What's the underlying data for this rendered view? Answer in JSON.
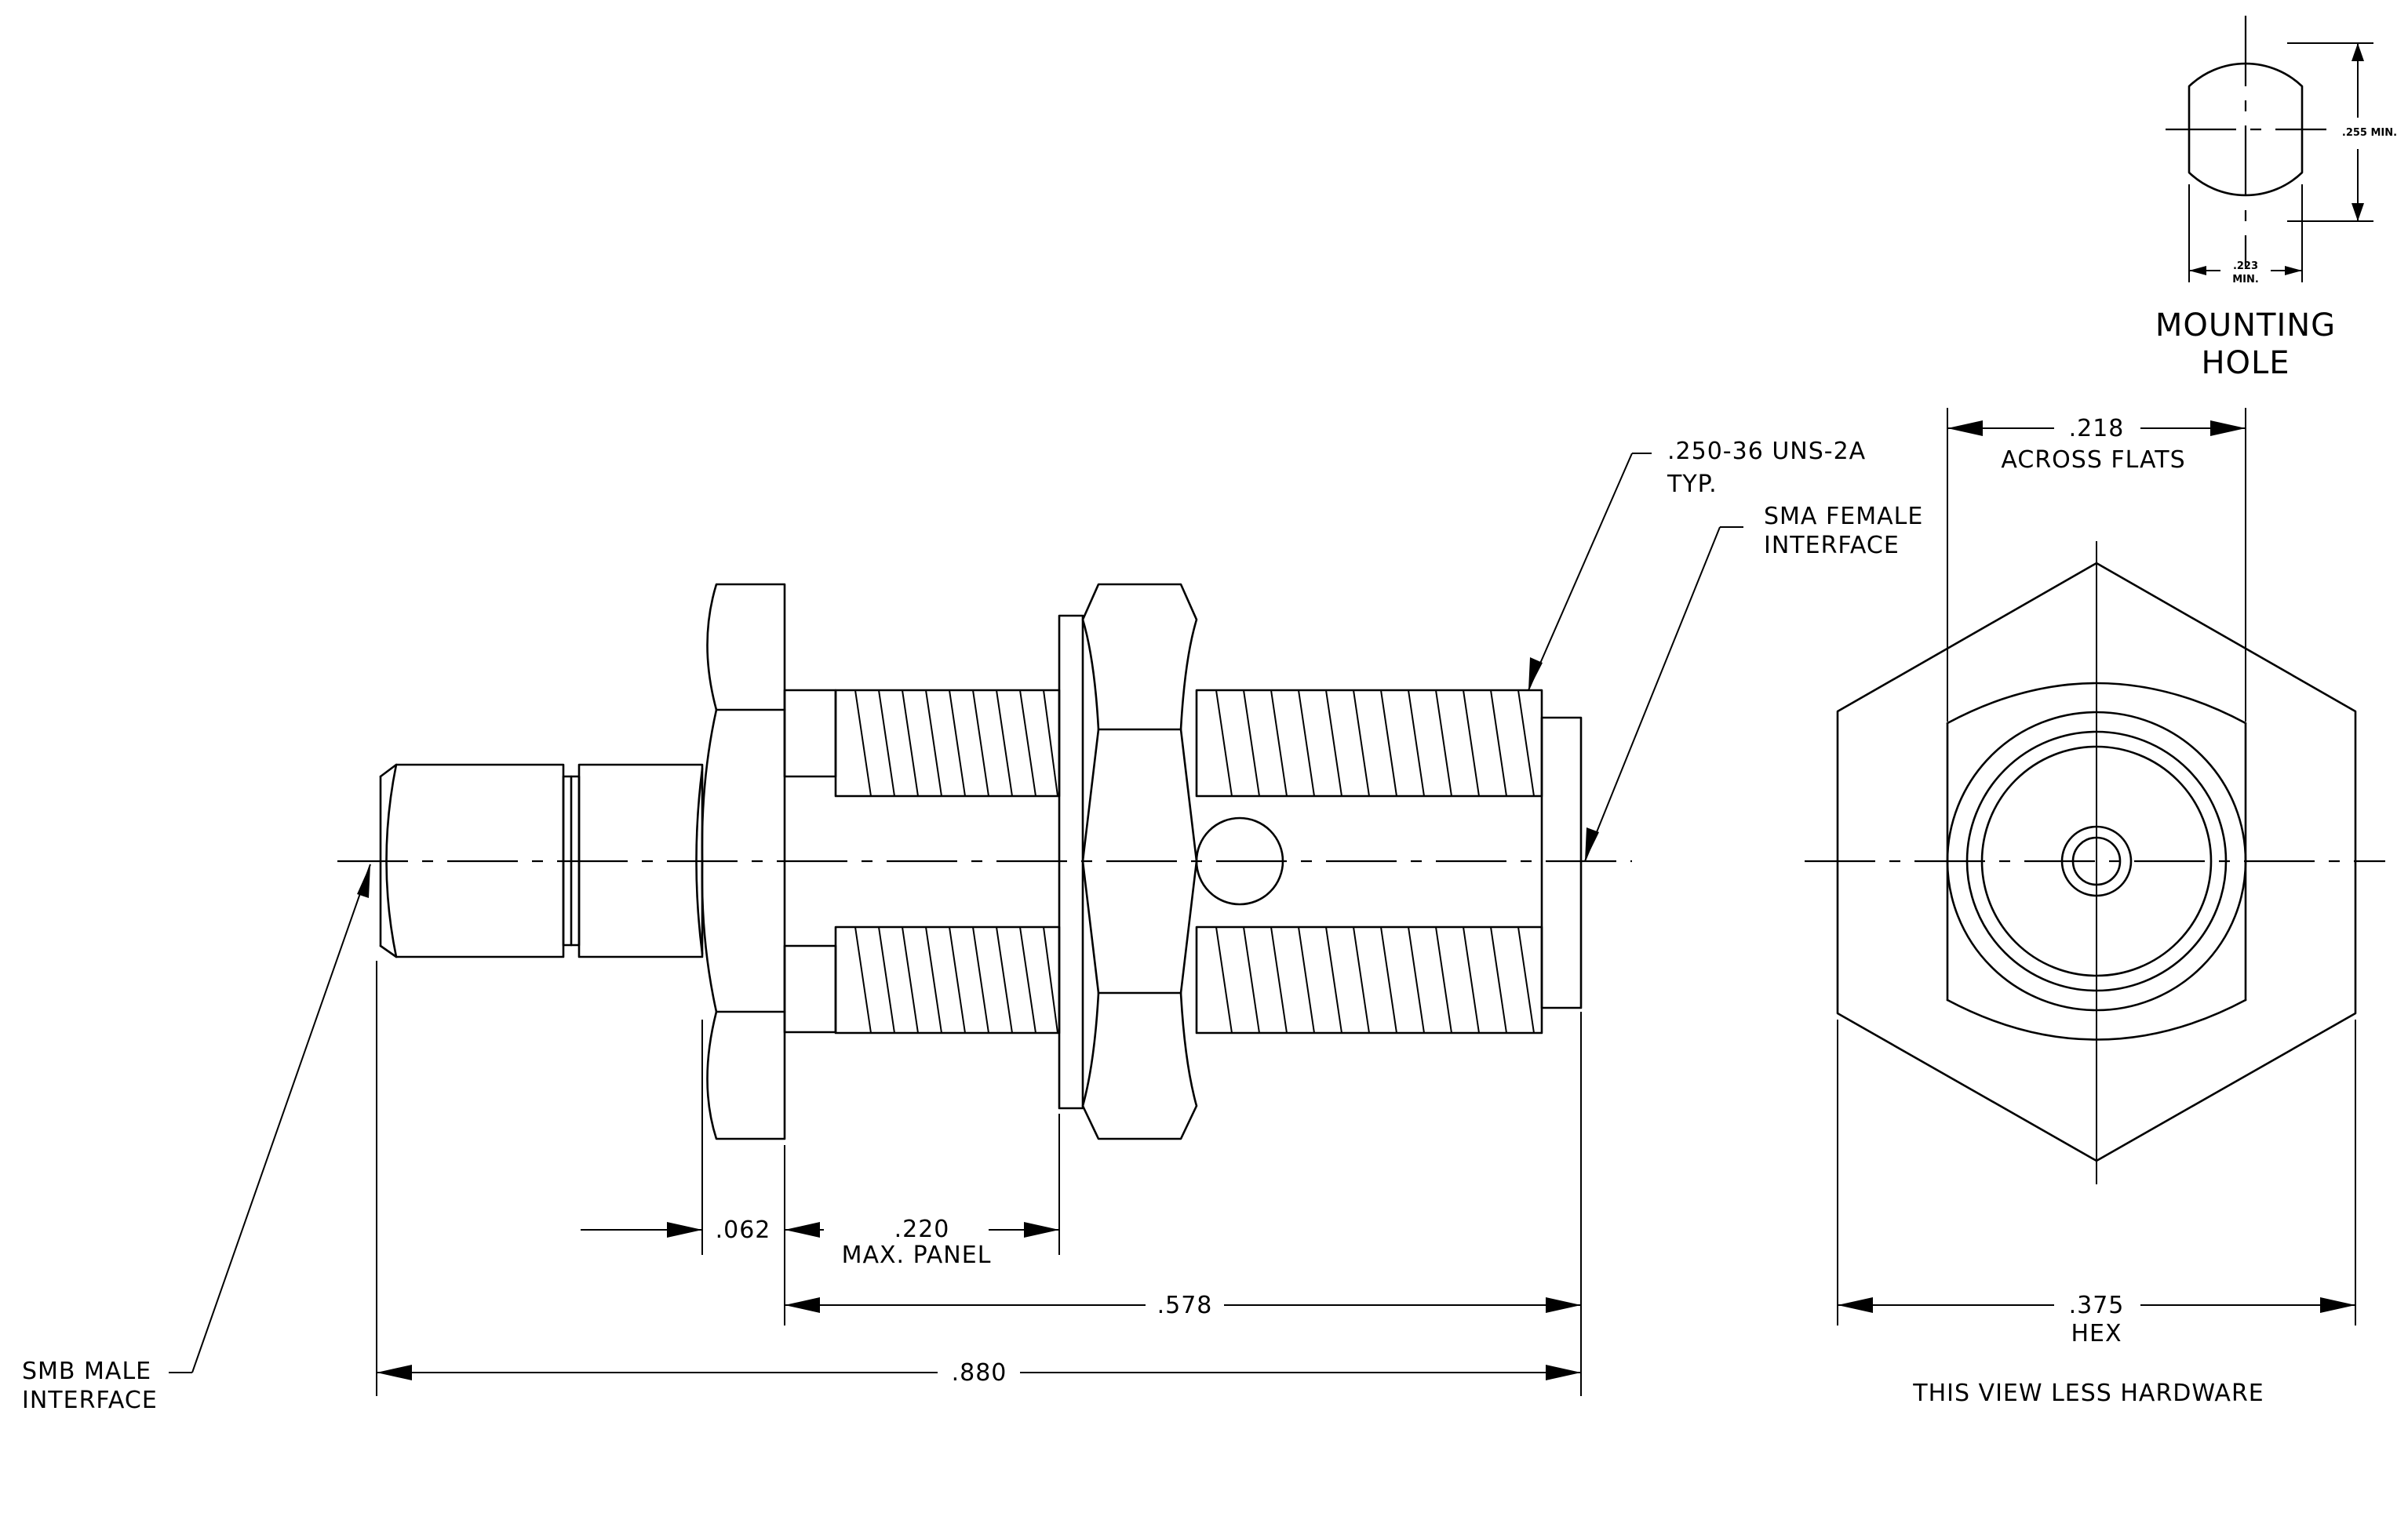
{
  "mounting_hole": {
    "title_line1": "MOUNTING",
    "title_line2": "HOLE",
    "dim_height": ".255 MIN.",
    "dim_width_value": ".223",
    "dim_width_note": "MIN."
  },
  "side_view": {
    "thread_callout_line1": ".250-36 UNS-2A",
    "thread_callout_line2": "TYP.",
    "sma_label_line1": "SMA FEMALE",
    "sma_label_line2": "INTERFACE",
    "smb_label_line1": "SMB MALE",
    "smb_label_line2": "INTERFACE",
    "dim_flange": ".062",
    "dim_panel_value": ".220",
    "dim_panel_note": "MAX. PANEL",
    "dim_thread_length": ".578",
    "dim_overall": ".880"
  },
  "end_view": {
    "across_flats_value": ".218",
    "across_flats_note": "ACROSS FLATS",
    "hex_value": ".375",
    "hex_note": "HEX",
    "caption": "THIS VIEW LESS HARDWARE"
  }
}
